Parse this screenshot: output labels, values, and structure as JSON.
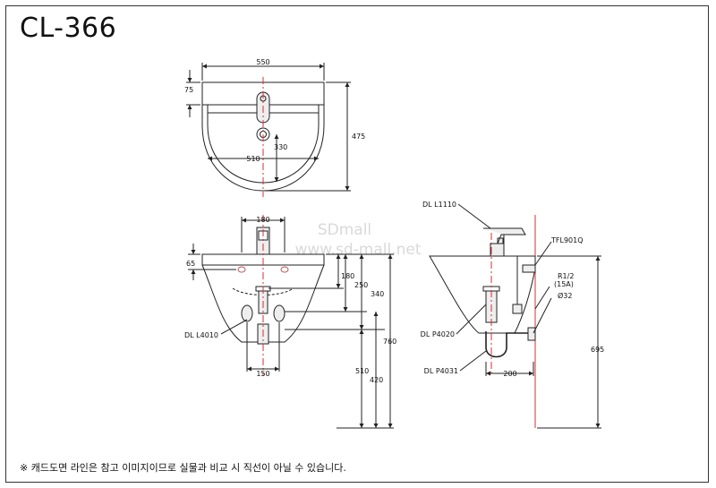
{
  "title": "CL-366",
  "watermark": {
    "line1": "SDmall",
    "line2": "www.sd-mall.net"
  },
  "top_view": {
    "width_outer": "550",
    "width_inner": "510",
    "depth_total": "475",
    "rim": "75",
    "faucet_to_drain": "330"
  },
  "front_view": {
    "faucet_spacing": "180",
    "rim": "65",
    "bracket_spacing": "150",
    "part_bracket": "DL L4010"
  },
  "vertical_dims": {
    "d180": "180",
    "d250": "250",
    "d340": "340",
    "d510": "510",
    "d420": "420",
    "d760": "760"
  },
  "side_view": {
    "faucet": "DL L1110",
    "stop_valve": "TFL901Q",
    "thread_1": "R1/2",
    "thread_2": "(15A)",
    "pipe": "Ø32",
    "drain": "DL P4020",
    "trap": "DL P4031",
    "trap_offset": "200",
    "height_695": "695"
  },
  "footnote": "※ 캐드도면 라인은 참고 이미지이므로 실물과 비교 시 직선이 아닐 수 있습니다.",
  "colors": {
    "line": "#222222",
    "center_line": "#d33030",
    "faucet_fill": "#eeeeee"
  }
}
